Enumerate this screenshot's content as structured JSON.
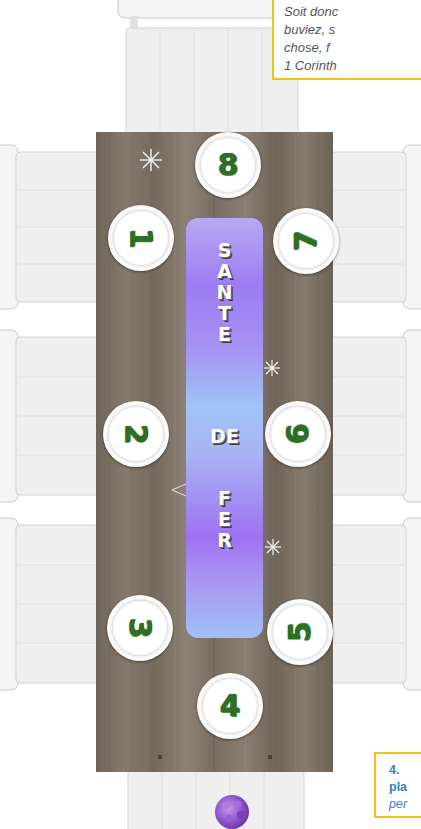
{
  "diagram": {
    "nodes": [
      {
        "text": [
          "Soit donc",
          "buviez, s",
          "chose, f",
          "1 Corinth"
        ]
      },
      {
        "text": [
          "8"
        ]
      },
      {
        "text": [
          "1"
        ]
      },
      {
        "text": [
          "7"
        ]
      },
      {
        "text": [
          "SANTE DE FER"
        ]
      },
      {
        "text": [
          "2"
        ]
      },
      {
        "text": [
          "6"
        ]
      },
      {
        "text": [
          "3"
        ]
      },
      {
        "text": [
          "5"
        ]
      },
      {
        "text": [
          "4"
        ]
      },
      {
        "text": [
          "4. pla",
          "per"
        ]
      }
    ]
  }
}
